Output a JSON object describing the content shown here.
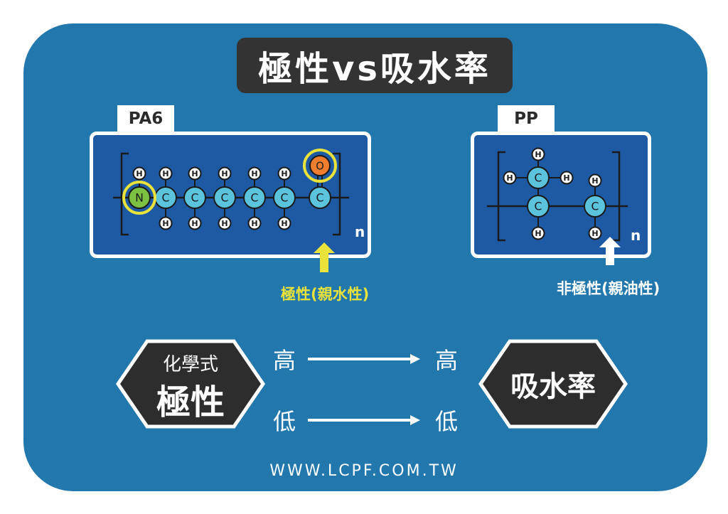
{
  "title": "極性vs吸水率",
  "pa6": {
    "label": "PA6",
    "atoms": {
      "N": "N",
      "C": "C",
      "O": "O",
      "H": "H"
    },
    "repeat": "n",
    "note": "極性(親水性)"
  },
  "pp": {
    "label": "PP",
    "atoms": {
      "C": "C",
      "H": "H"
    },
    "repeat": "n",
    "note": "非極性(親油性)"
  },
  "left_hex": {
    "subtitle": "化學式",
    "title": "極性"
  },
  "right_hex": {
    "title": "吸水率"
  },
  "relations": {
    "high_from": "高",
    "high_to": "高",
    "low_from": "低",
    "low_to": "低"
  },
  "website": "WWW.LCPF.COM.TW",
  "colors": {
    "background": "#2277ad",
    "panel": "#1e5aa3",
    "carbon": "#5bc4dc",
    "nitrogen": "#7dc142",
    "oxygen": "#ee7d30",
    "highlight": "#e8e23a",
    "title_bg": "#333333"
  }
}
